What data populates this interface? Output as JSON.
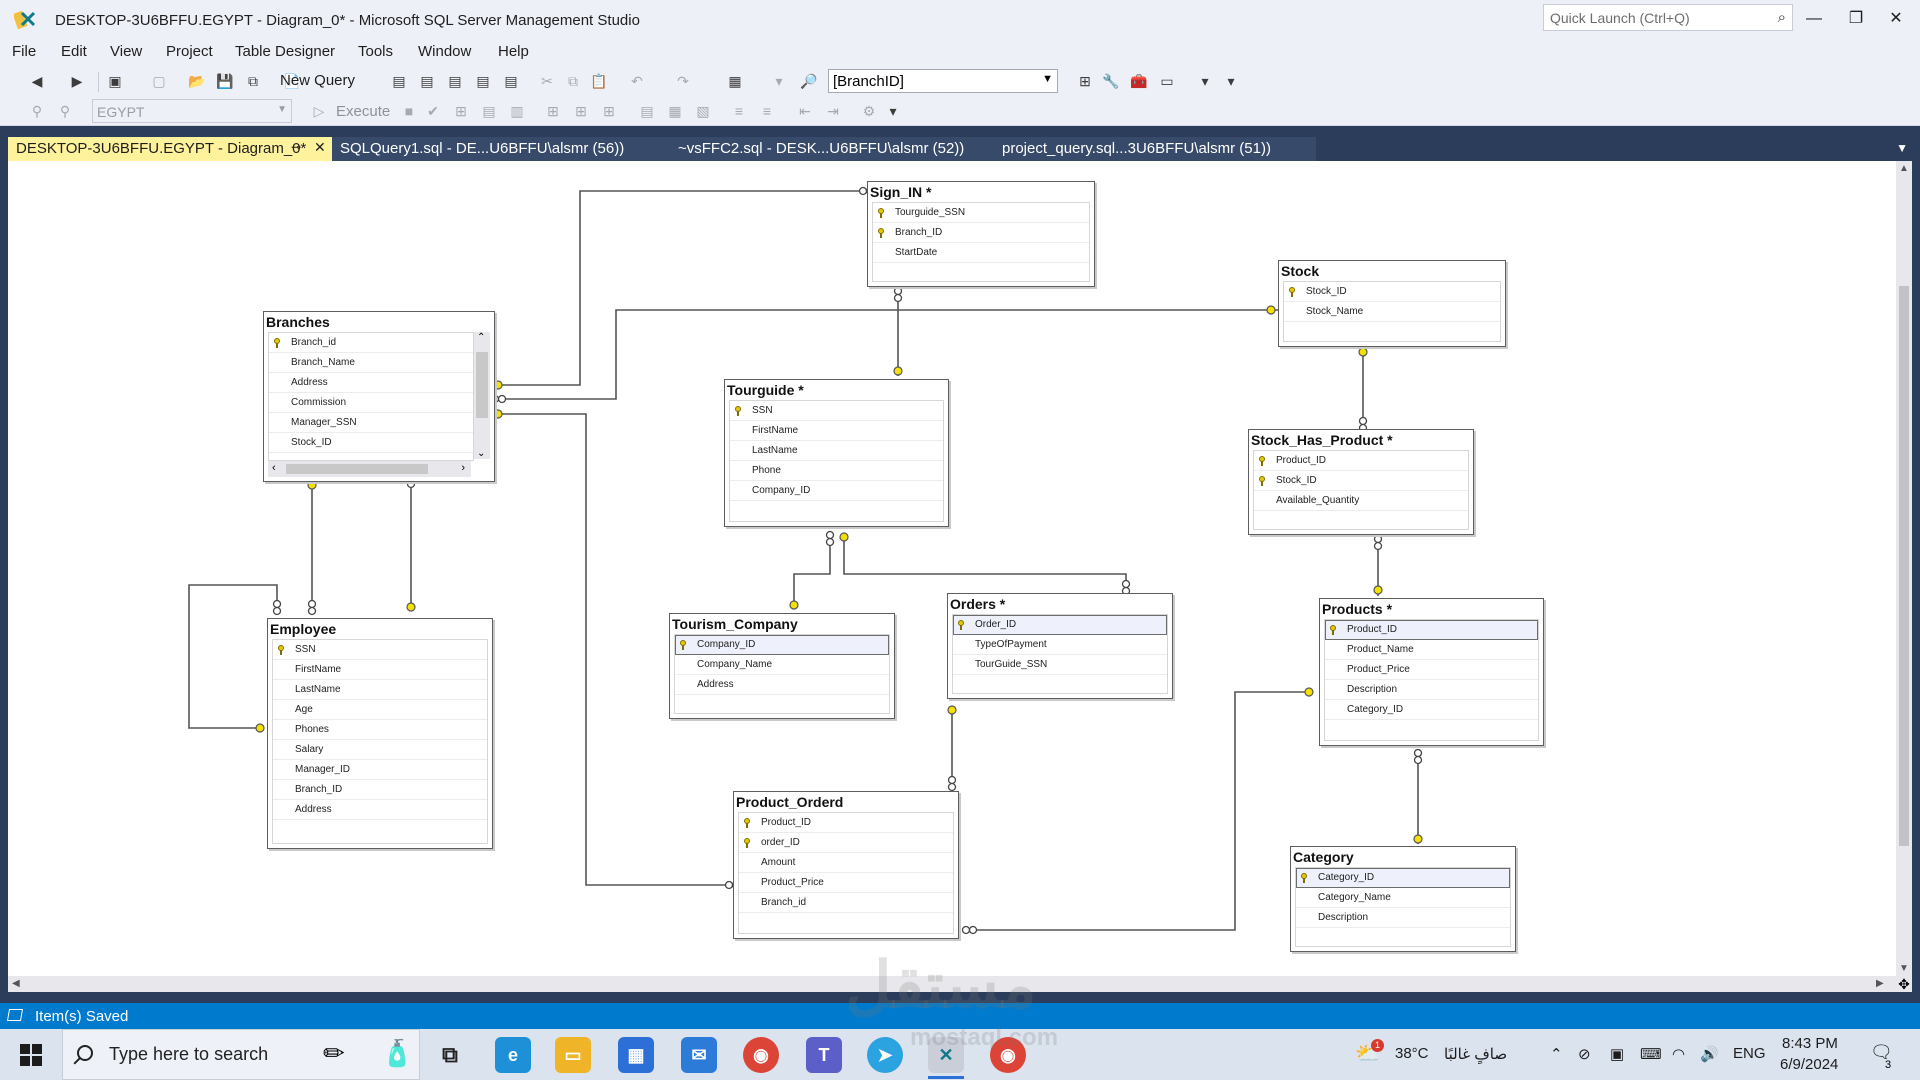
{
  "window": {
    "title": "DESKTOP-3U6BFFU.EGYPT - Diagram_0* - Microsoft SQL Server Management Studio",
    "quick_launch_placeholder": "Quick Launch (Ctrl+Q)"
  },
  "menu": [
    "File",
    "Edit",
    "View",
    "Project",
    "Table Designer",
    "Tools",
    "Window",
    "Help"
  ],
  "toolbar": {
    "new_query_label": "New Query",
    "table_combo_value": "[BranchID]",
    "database_combo_value": "EGYPT",
    "execute_label": "Execute"
  },
  "tabs": [
    {
      "label": "DESKTOP-3U6BFFU.EGYPT - Diagram_0*",
      "active": true
    },
    {
      "label": "SQLQuery1.sql - DE...U6BFFU\\alsmr (56))",
      "active": false
    },
    {
      "label": "~vsFFC2.sql - DESK...U6BFFU\\alsmr (52))",
      "active": false
    },
    {
      "label": "project_query.sql...3U6BFFU\\alsmr (51))",
      "active": false
    }
  ],
  "tables": {
    "sign_in": {
      "title": "Sign_IN *",
      "columns": [
        {
          "name": "Tourguide_SSN",
          "key": true
        },
        {
          "name": "Branch_ID",
          "key": true
        },
        {
          "name": "StartDate",
          "key": false
        }
      ]
    },
    "stock": {
      "title": "Stock",
      "columns": [
        {
          "name": "Stock_ID",
          "key": true
        },
        {
          "name": "Stock_Name",
          "key": false
        }
      ]
    },
    "branches": {
      "title": "Branches",
      "columns": [
        {
          "name": "Branch_id",
          "key": true
        },
        {
          "name": "Branch_Name",
          "key": false
        },
        {
          "name": "Address",
          "key": false
        },
        {
          "name": "Commission",
          "key": false
        },
        {
          "name": "Manager_SSN",
          "key": false
        },
        {
          "name": "Stock_ID",
          "key": false
        }
      ]
    },
    "tourguide": {
      "title": "Tourguide *",
      "columns": [
        {
          "name": "SSN",
          "key": true
        },
        {
          "name": "FirstName",
          "key": false
        },
        {
          "name": "LastName",
          "key": false
        },
        {
          "name": "Phone",
          "key": false
        },
        {
          "name": "Company_ID",
          "key": false
        }
      ]
    },
    "stock_has_product": {
      "title": "Stock_Has_Product *",
      "columns": [
        {
          "name": "Product_ID",
          "key": true
        },
        {
          "name": "Stock_ID",
          "key": true
        },
        {
          "name": "Available_Quantity",
          "key": false
        }
      ]
    },
    "employee": {
      "title": "Employee",
      "columns": [
        {
          "name": "SSN",
          "key": true
        },
        {
          "name": "FirstName",
          "key": false
        },
        {
          "name": "LastName",
          "key": false
        },
        {
          "name": "Age",
          "key": false
        },
        {
          "name": "Phones",
          "key": false
        },
        {
          "name": "Salary",
          "key": false
        },
        {
          "name": "Manager_ID",
          "key": false
        },
        {
          "name": "Branch_ID",
          "key": false
        },
        {
          "name": "Address",
          "key": false
        }
      ]
    },
    "tourism_company": {
      "title": "Tourism_Company",
      "columns": [
        {
          "name": "Company_ID",
          "key": true,
          "selected": true
        },
        {
          "name": "Company_Name",
          "key": false
        },
        {
          "name": "Address",
          "key": false
        }
      ]
    },
    "orders": {
      "title": "Orders *",
      "columns": [
        {
          "name": "Order_ID",
          "key": true,
          "selected": true
        },
        {
          "name": "TypeOfPayment",
          "key": false
        },
        {
          "name": "TourGuide_SSN",
          "key": false
        }
      ]
    },
    "products": {
      "title": "Products *",
      "columns": [
        {
          "name": "Product_ID",
          "key": true,
          "selected": true
        },
        {
          "name": "Product_Name",
          "key": false
        },
        {
          "name": "Product_Price",
          "key": false
        },
        {
          "name": "Description",
          "key": false
        },
        {
          "name": "Category_ID",
          "key": false
        }
      ]
    },
    "product_orderd": {
      "title": "Product_Orderd",
      "columns": [
        {
          "name": "Product_ID",
          "key": true
        },
        {
          "name": "order_ID",
          "key": true
        },
        {
          "name": "Amount",
          "key": false
        },
        {
          "name": "Product_Price",
          "key": false
        },
        {
          "name": "Branch_id",
          "key": false
        }
      ]
    },
    "category": {
      "title": "Category",
      "columns": [
        {
          "name": "Category_ID",
          "key": true,
          "selected": true
        },
        {
          "name": "Category_Name",
          "key": false
        },
        {
          "name": "Description",
          "key": false
        }
      ]
    }
  },
  "status": {
    "text": "Item(s) Saved"
  },
  "taskbar": {
    "search_placeholder": "Type here to search",
    "weather_temp": "38°C",
    "weather_text": "صافٍ غالبًا",
    "language": "ENG",
    "time": "8:43 PM",
    "date": "6/9/2024",
    "notification_count": "3",
    "weather_badge": "1"
  },
  "watermark": {
    "text": "مستقل",
    "sub": "mostaql.com"
  },
  "colors": {
    "accent": "#007acc",
    "active_tab": "#fff29d",
    "key_icon": "#e6c800"
  }
}
